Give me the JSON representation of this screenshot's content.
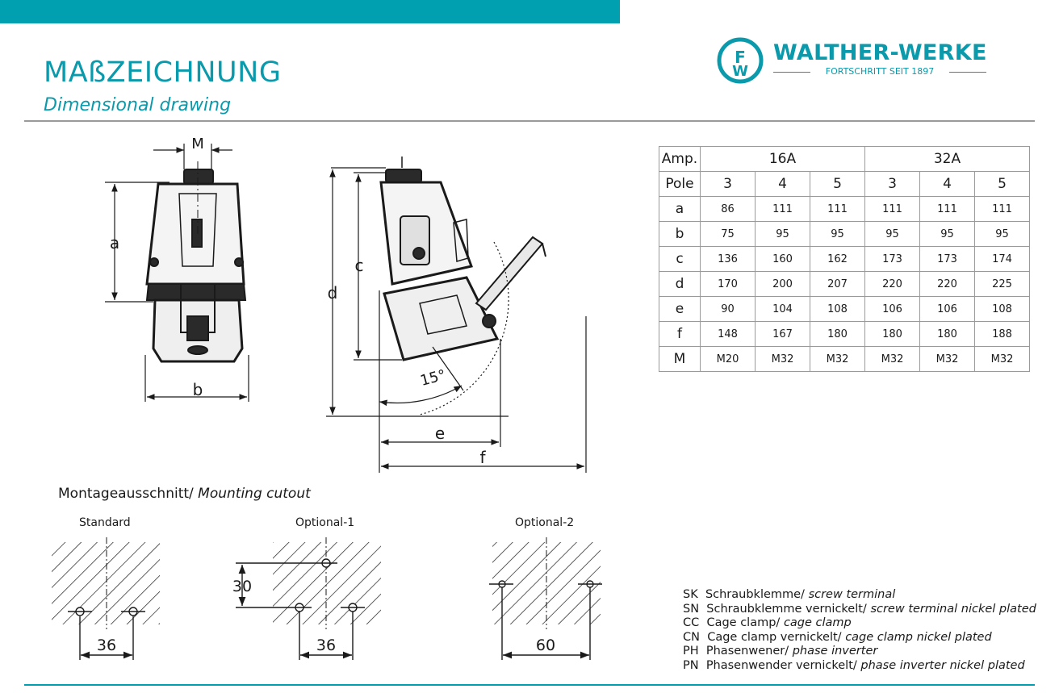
{
  "header": {
    "title_de": "MAßZEICHNUNG",
    "title_en": "Dimensional drawing"
  },
  "logo": {
    "name": "WALTHER-WERKE",
    "tagline": "FORTSCHRITT SEIT 1897",
    "mark": "FW"
  },
  "colors": {
    "accent": "#00a0b0",
    "rule": "#9a9a9a"
  },
  "drawing": {
    "labels": {
      "M": "M",
      "a": "a",
      "b": "b",
      "c": "c",
      "d": "d",
      "e": "e",
      "f": "f",
      "angle": "15°"
    }
  },
  "table": {
    "header_amp": "Amp.",
    "amp_groups": [
      "16A",
      "32A"
    ],
    "header_pole": "Pole",
    "poles": [
      "3",
      "4",
      "5",
      "3",
      "4",
      "5"
    ],
    "rows": [
      {
        "label": "a",
        "values": [
          "86",
          "111",
          "111",
          "111",
          "111",
          "111"
        ]
      },
      {
        "label": "b",
        "values": [
          "75",
          "95",
          "95",
          "95",
          "95",
          "95"
        ]
      },
      {
        "label": "c",
        "values": [
          "136",
          "160",
          "162",
          "173",
          "173",
          "174"
        ]
      },
      {
        "label": "d",
        "values": [
          "170",
          "200",
          "207",
          "220",
          "220",
          "225"
        ]
      },
      {
        "label": "e",
        "values": [
          "90",
          "104",
          "108",
          "106",
          "106",
          "108"
        ]
      },
      {
        "label": "f",
        "values": [
          "148",
          "167",
          "180",
          "180",
          "180",
          "188"
        ]
      },
      {
        "label": "M",
        "values": [
          "M20",
          "M32",
          "M32",
          "M32",
          "M32",
          "M32"
        ]
      }
    ]
  },
  "mounting": {
    "title_de": "Montageausschnitt/ ",
    "title_en": "Mounting cutout",
    "cutouts": [
      {
        "name": "Standard",
        "dims": [
          "36"
        ]
      },
      {
        "name": "Optional-1",
        "dims": [
          "30",
          "36"
        ]
      },
      {
        "name": "Optional-2",
        "dims": [
          "60"
        ]
      }
    ]
  },
  "legend": [
    {
      "code": "SK",
      "de": "Schraubklemme/ ",
      "en": "screw terminal"
    },
    {
      "code": "SN",
      "de": "Schraubklemme vernickelt/ ",
      "en": "screw terminal nickel plated"
    },
    {
      "code": "CC",
      "de": "Cage clamp/ ",
      "en": "cage clamp"
    },
    {
      "code": "CN",
      "de": "Cage clamp vernickelt/ ",
      "en": "cage clamp nickel plated"
    },
    {
      "code": "PH",
      "de": "Phasenwener/ ",
      "en": "phase inverter"
    },
    {
      "code": "PN",
      "de": "Phasenwender vernickelt/ ",
      "en": "phase inverter nickel plated"
    }
  ]
}
